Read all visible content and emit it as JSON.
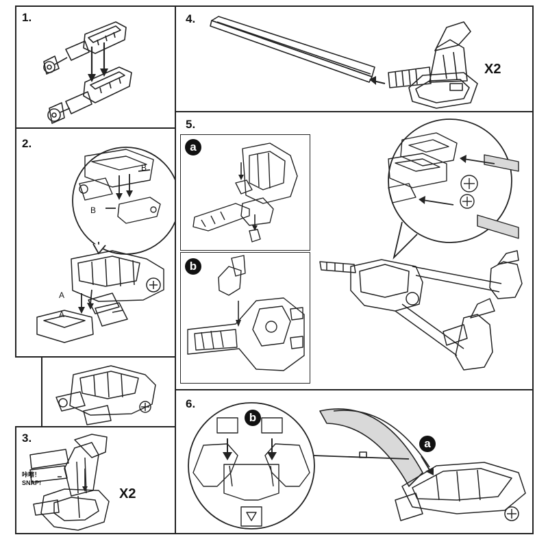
{
  "steps": {
    "s1": {
      "num": "1."
    },
    "s2": {
      "num": "2.",
      "label_a1": "A",
      "label_a2": "A",
      "label_b1": "B",
      "label_b2": "B"
    },
    "s3": {
      "num": "3.",
      "snap_cn": "咔嚓！",
      "snap_en": "SNAP!",
      "mult": "X2"
    },
    "s4": {
      "num": "4.",
      "mult": "X2"
    },
    "s5": {
      "num": "5.",
      "sub_a": "a",
      "sub_b": "b"
    },
    "s6": {
      "num": "6.",
      "sub_a": "a",
      "sub_b": "b"
    }
  },
  "colors": {
    "ink": "#222222",
    "track": "#d9d9d9",
    "badge": "#111111"
  }
}
